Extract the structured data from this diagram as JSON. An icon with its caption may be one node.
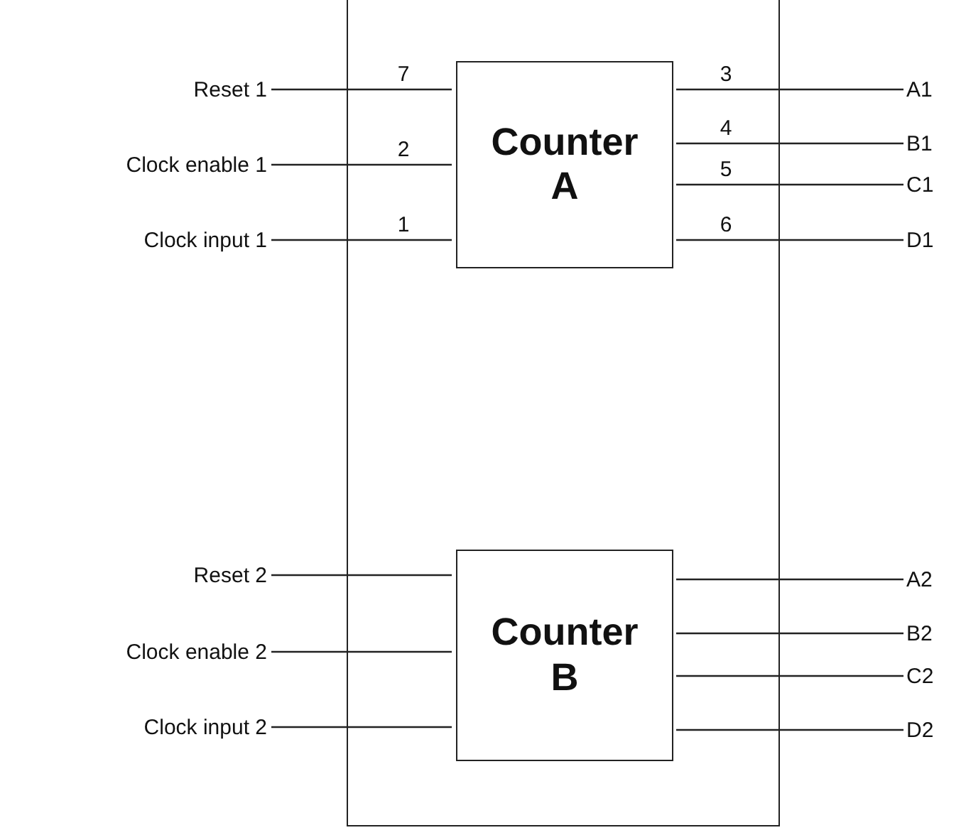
{
  "diagram": {
    "nodes": [
      {
        "text": [],
        "shape": "box"
      },
      {
        "text": [
          "Counter A"
        ],
        "in": 0
      },
      {
        "text": [
          "Counter B"
        ],
        "in": 0
      },
      {
        "text": [
          "Reset 1"
        ]
      },
      {
        "text": [
          "Clock enable 1"
        ]
      },
      {
        "text": [
          "Clock input 1"
        ]
      },
      {
        "text": [
          "A1"
        ]
      },
      {
        "text": [
          "B1"
        ]
      },
      {
        "text": [
          "C1"
        ]
      },
      {
        "text": [
          "D1"
        ]
      },
      {
        "text": [
          "Reset 2"
        ]
      },
      {
        "text": [
          "Clock enable 2"
        ]
      },
      {
        "text": [
          "Clock input 2"
        ]
      },
      {
        "text": [
          "A2"
        ]
      },
      {
        "text": [
          "B2"
        ]
      },
      {
        "text": [
          "C2"
        ]
      },
      {
        "text": [
          "D2"
        ]
      }
    ],
    "edges": [
      {
        "from": 3,
        "to": 1,
        "arrow": "none",
        "label": "7"
      },
      {
        "from": 4,
        "to": 1,
        "arrow": "none",
        "label": "2"
      },
      {
        "from": 5,
        "to": 1,
        "arrow": "none",
        "label": "1"
      },
      {
        "from": 1,
        "to": 6,
        "arrow": "none",
        "label": "3"
      },
      {
        "from": 1,
        "to": 7,
        "arrow": "none",
        "label": "4"
      },
      {
        "from": 1,
        "to": 8,
        "arrow": "none",
        "label": "5"
      },
      {
        "from": 1,
        "to": 9,
        "arrow": "none",
        "label": "6"
      },
      {
        "from": 10,
        "to": 2,
        "arrow": "none"
      },
      {
        "from": 11,
        "to": 2,
        "arrow": "none"
      },
      {
        "from": 12,
        "to": 2,
        "arrow": "none"
      },
      {
        "from": 2,
        "to": 13,
        "arrow": "none"
      },
      {
        "from": 2,
        "to": 14,
        "arrow": "none"
      },
      {
        "from": 2,
        "to": 15,
        "arrow": "none"
      },
      {
        "from": 2,
        "to": 16,
        "arrow": "none"
      }
    ]
  }
}
